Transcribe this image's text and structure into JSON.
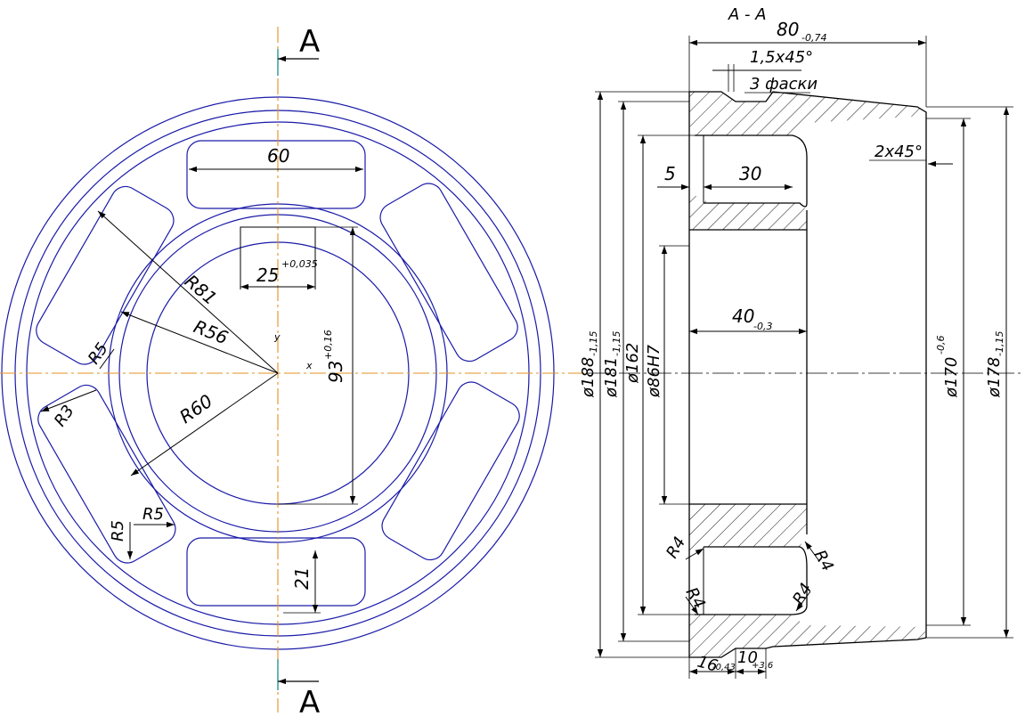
{
  "section_labels": {
    "top_a": "A",
    "bottom_a": "A",
    "section_title": "A - A"
  },
  "front_view": {
    "slot_width": "60",
    "keyway_width": "25",
    "keyway_tol": "+0,035",
    "keyway_depth": "93",
    "keyway_depth_tol": "+0,16",
    "r81": "R81",
    "r56": "R56",
    "r60": "R60",
    "r5_left": "R5",
    "r3": "R3",
    "r5_bottom_a": "R5",
    "r5_bottom_b": "R5",
    "slot_height": "21"
  },
  "section_view": {
    "length": "80",
    "length_tol": "-0,74",
    "chamfer": "1,5x45°",
    "chamfer_note": "3 фаски",
    "chamfer_right": "2x45°",
    "dim_5": "5",
    "dim_30": "30",
    "dim_40": "40",
    "dim_40_tol": "-0,3",
    "d188": "ø188",
    "d188_tol": "-1,15",
    "d181": "ø181",
    "d181_tol": "-1,15",
    "d162": "ø162",
    "d86": "ø86H7",
    "d170": "ø170",
    "d170_tol": "-0,6",
    "d178": "ø178",
    "d178_tol": "-1,15",
    "r4_a": "R4",
    "r4_b": "R4",
    "r4_c": "R4",
    "r4_d": "R4",
    "dim_16": "16",
    "dim_16_tol": "-0,43",
    "dim_10": "10",
    "dim_10_tol": "+3,6"
  }
}
